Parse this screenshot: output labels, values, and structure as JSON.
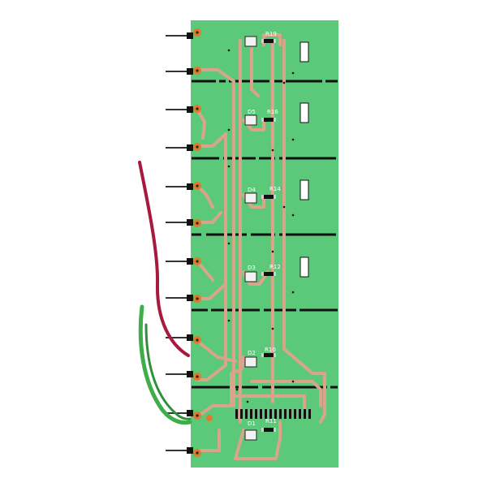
{
  "board": {
    "color": "#5cc97a",
    "trace_color": "#d9a58a",
    "pad_color": "#e07a2a",
    "wire_red": "#a8193f",
    "wire_green": "#3fae4a"
  },
  "components": [
    {
      "led": "",
      "resistor": "R19"
    },
    {
      "led": "D5",
      "resistor": "R16"
    },
    {
      "led": "D4",
      "resistor": "R14"
    },
    {
      "led": "D3",
      "resistor": "R12"
    },
    {
      "led": "D2",
      "resistor": "R10"
    },
    {
      "led": "D1",
      "resistor": "R11"
    }
  ]
}
